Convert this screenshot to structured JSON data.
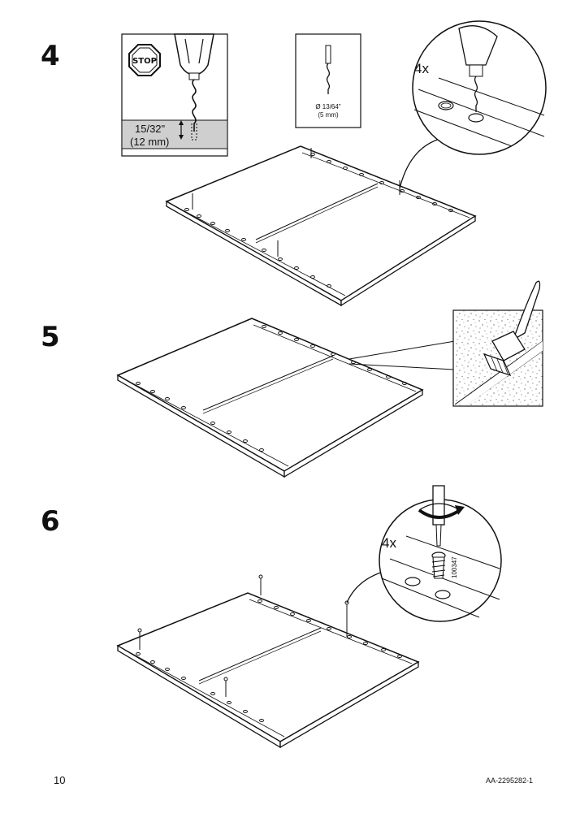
{
  "page": {
    "number": "10",
    "doc_id": "AA-2295282-1"
  },
  "steps": [
    {
      "number": "4",
      "stop_sign": "STOP",
      "drill_depth": {
        "line1": "15/32\"",
        "line2": "(12 mm)"
      },
      "drill_bit": {
        "diameter": "Ø 13/64\"",
        "metric": "(5 mm)"
      },
      "quantity": "4x"
    },
    {
      "number": "5"
    },
    {
      "number": "6",
      "quantity": "4x",
      "part_number": "100347"
    }
  ],
  "icons": [
    "stop-sign-icon",
    "drill-icon",
    "drill-bit-icon",
    "brush-icon",
    "screwdriver-icon",
    "rotate-arrow-icon",
    "screw-icon"
  ]
}
